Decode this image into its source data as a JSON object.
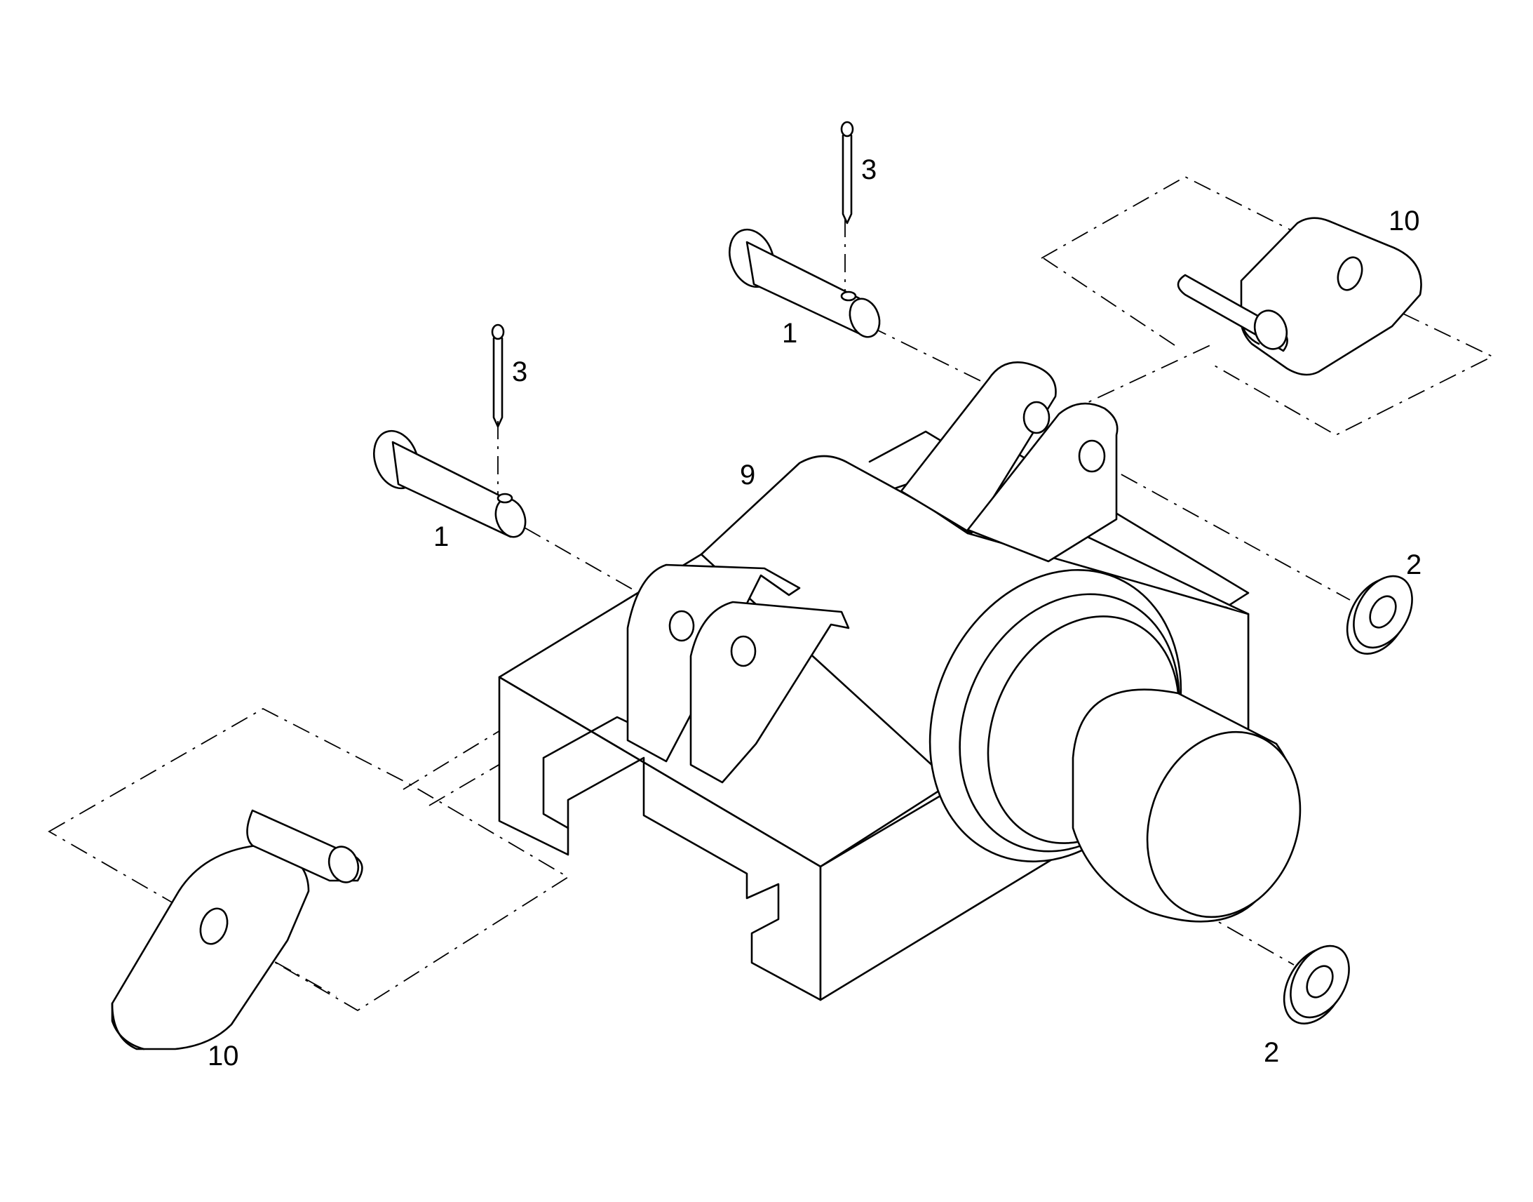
{
  "callouts": {
    "pin_left": "1",
    "pin_right": "1",
    "washer_upper": "2",
    "washer_lower": "2",
    "cotter_left": "3",
    "cotter_right": "3",
    "bracket": "9",
    "plate_right": "10",
    "plate_left": "10"
  },
  "colors": {
    "line": "#000000",
    "background": "#ffffff"
  }
}
